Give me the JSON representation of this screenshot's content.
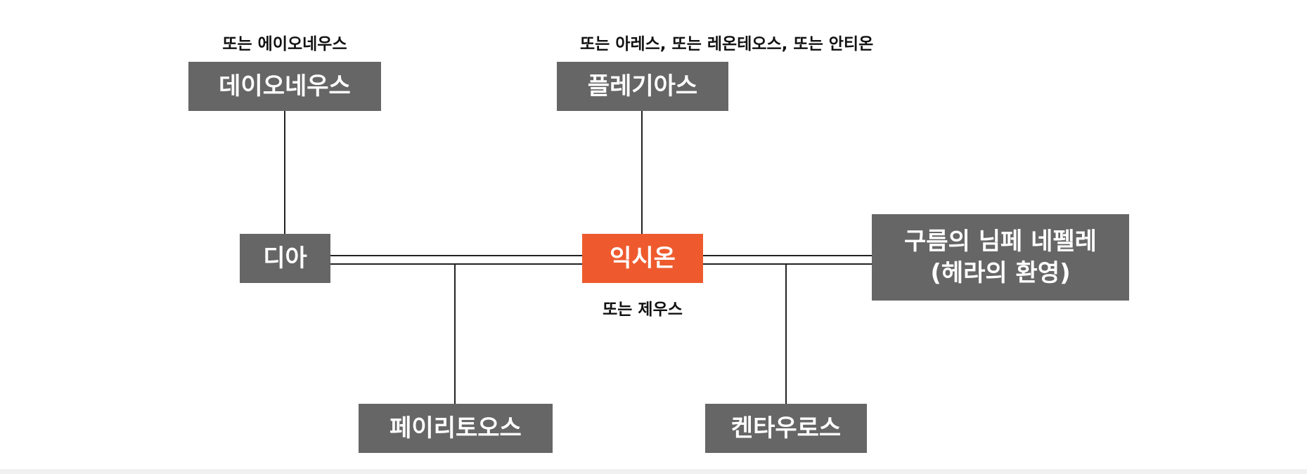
{
  "nodes": {
    "deioneus": {
      "label": "데이오네우스",
      "alias": "또는 에이오네우스"
    },
    "phlegyas": {
      "label": "플레기아스",
      "alias": "또는 아레스, 또는 레온테오스, 또는 안티온"
    },
    "dia": {
      "label": "디아"
    },
    "ixion": {
      "label": "익시온",
      "alias": "또는 제우스"
    },
    "nephele": {
      "label_line1": "구름의 님페 네펠레",
      "label_line2": "(헤라의 환영)"
    },
    "peirithous": {
      "label": "페이리토오스"
    },
    "centauros": {
      "label": "켄타우로스"
    }
  },
  "colors": {
    "node_fill": "#666666",
    "center_fill": "#ee5a2e",
    "node_text": "#ffffff",
    "line": "#222222"
  }
}
